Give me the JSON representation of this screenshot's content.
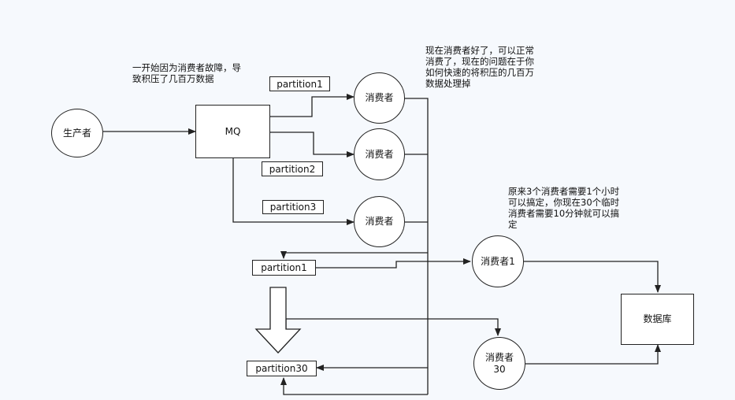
{
  "nodes": {
    "producer": "生产者",
    "mq": "MQ",
    "consumer_a": "消费者",
    "consumer_b": "消费者",
    "consumer_c": "消费者",
    "consumer_1": "消费者1",
    "consumer_30": "消费者\n30",
    "database": "数据库"
  },
  "partitions": {
    "p1_top": "partition1",
    "p2": "partition2",
    "p3": "partition3",
    "p1_new": "partition1",
    "p30": "partition30"
  },
  "notes": {
    "backlog": "一开始因为消费者故障，导\n致积压了几百万数据",
    "recovered": "现在消费者好了，可以正常\n消费了，现在的问题在于你\n如何快速的将积压的几百万\n数据处理掉",
    "scale": "原来3个消费者需要1个小时\n可以搞定，你现在30个临时\n消费者需要10分钟就可以搞\n定"
  }
}
